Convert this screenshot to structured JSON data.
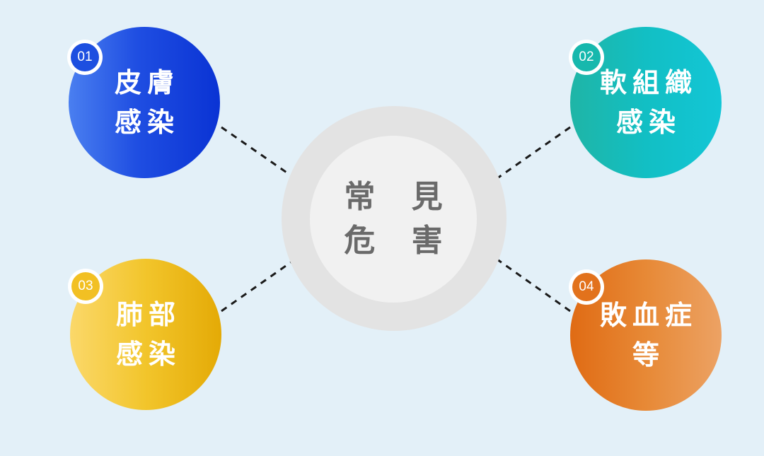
{
  "center": {
    "line1": "常 見",
    "line2": "危 害"
  },
  "nodes": [
    {
      "number": "01",
      "line1": "皮膚",
      "line2": "感染",
      "color": "#1f4ee2"
    },
    {
      "number": "02",
      "line1": "軟組織",
      "line2": "感染",
      "color": "#12bfc4"
    },
    {
      "number": "03",
      "line1": "肺部",
      "line2": "感染",
      "color": "#f2c52b"
    },
    {
      "number": "04",
      "line1": "敗血症",
      "line2": "等",
      "color": "#e78936"
    }
  ],
  "colors": {
    "background": "#e3f0f8",
    "hub_outer": "#e3e3e3",
    "hub_inner": "#f1f1f1",
    "hub_text": "#6a6a6a",
    "connector": "#1a1a1a"
  }
}
